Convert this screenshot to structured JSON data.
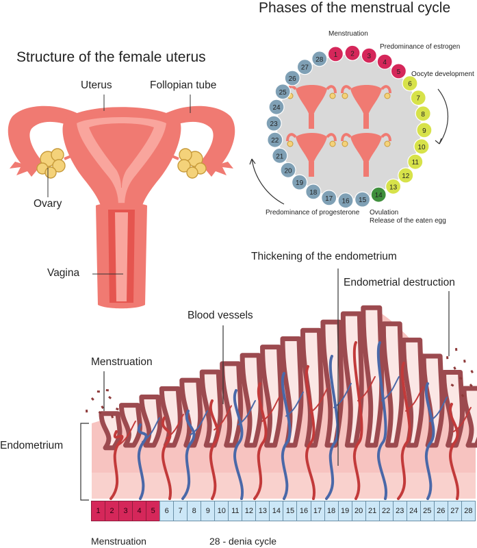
{
  "titles": {
    "uterus_structure": "Structure of the female uterus",
    "cycle_phases": "Phases of the menstrual cycle"
  },
  "uterus_labels": {
    "uterus": "Uterus",
    "fallopian_tube": "Follopian tube",
    "ovary": "Ovary",
    "vagina": "Vagina"
  },
  "cycle_labels": {
    "menstruation": "Menstruation",
    "estrogen": "Predominance of estrogen",
    "oocyte": "Oocyte development",
    "ovulation": "Ovulation",
    "release": "Release of the eaten egg",
    "progesterone": "Predominance of progesterone"
  },
  "cycle_days": [
    "1",
    "2",
    "3",
    "4",
    "5",
    "6",
    "7",
    "8",
    "9",
    "10",
    "11",
    "12",
    "13",
    "14",
    "15",
    "16",
    "17",
    "18",
    "19",
    "20",
    "21",
    "22",
    "23",
    "24",
    "25",
    "26",
    "27",
    "28"
  ],
  "endometrium_labels": {
    "thickening": "Thickening of the endometrium",
    "destruction": "Endometrial destruction",
    "blood_vessels": "Blood vessels",
    "menstruation": "Menstruation",
    "endometrium": "Endometrium"
  },
  "timeline": {
    "days": [
      "1",
      "2",
      "3",
      "4",
      "5",
      "6",
      "7",
      "8",
      "9",
      "10",
      "11",
      "12",
      "13",
      "14",
      "15",
      "16",
      "17",
      "18",
      "19",
      "20",
      "21",
      "22",
      "23",
      "24",
      "25",
      "26",
      "27",
      "28"
    ],
    "menstruation_label": "Menstruation",
    "cycle_label": "28 - denia cycle"
  },
  "colors": {
    "menstruation": "#d5275a",
    "follicular": "#d7e24a",
    "ovulation": "#3f8f3c",
    "luteal": "#7fa0b5",
    "tissue": "#f7c3c0",
    "uterus": "#f07a72"
  }
}
